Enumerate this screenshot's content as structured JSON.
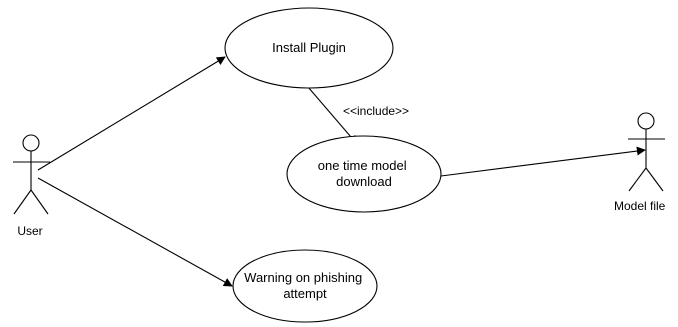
{
  "actors": {
    "user": {
      "name": "User"
    },
    "model_file": {
      "name": "Model file"
    }
  },
  "use_cases": {
    "install_plugin": {
      "lines": [
        "Install Plugin"
      ]
    },
    "model_download": {
      "lines": [
        "one time model",
        "download"
      ]
    },
    "phishing_warning": {
      "lines": [
        "Warning on phishing",
        "attempt"
      ]
    }
  },
  "relations": {
    "include": {
      "label": "<<include>>"
    }
  },
  "colors": {
    "stroke": "#000000",
    "fill": "#ffffff",
    "text": "#000000"
  }
}
